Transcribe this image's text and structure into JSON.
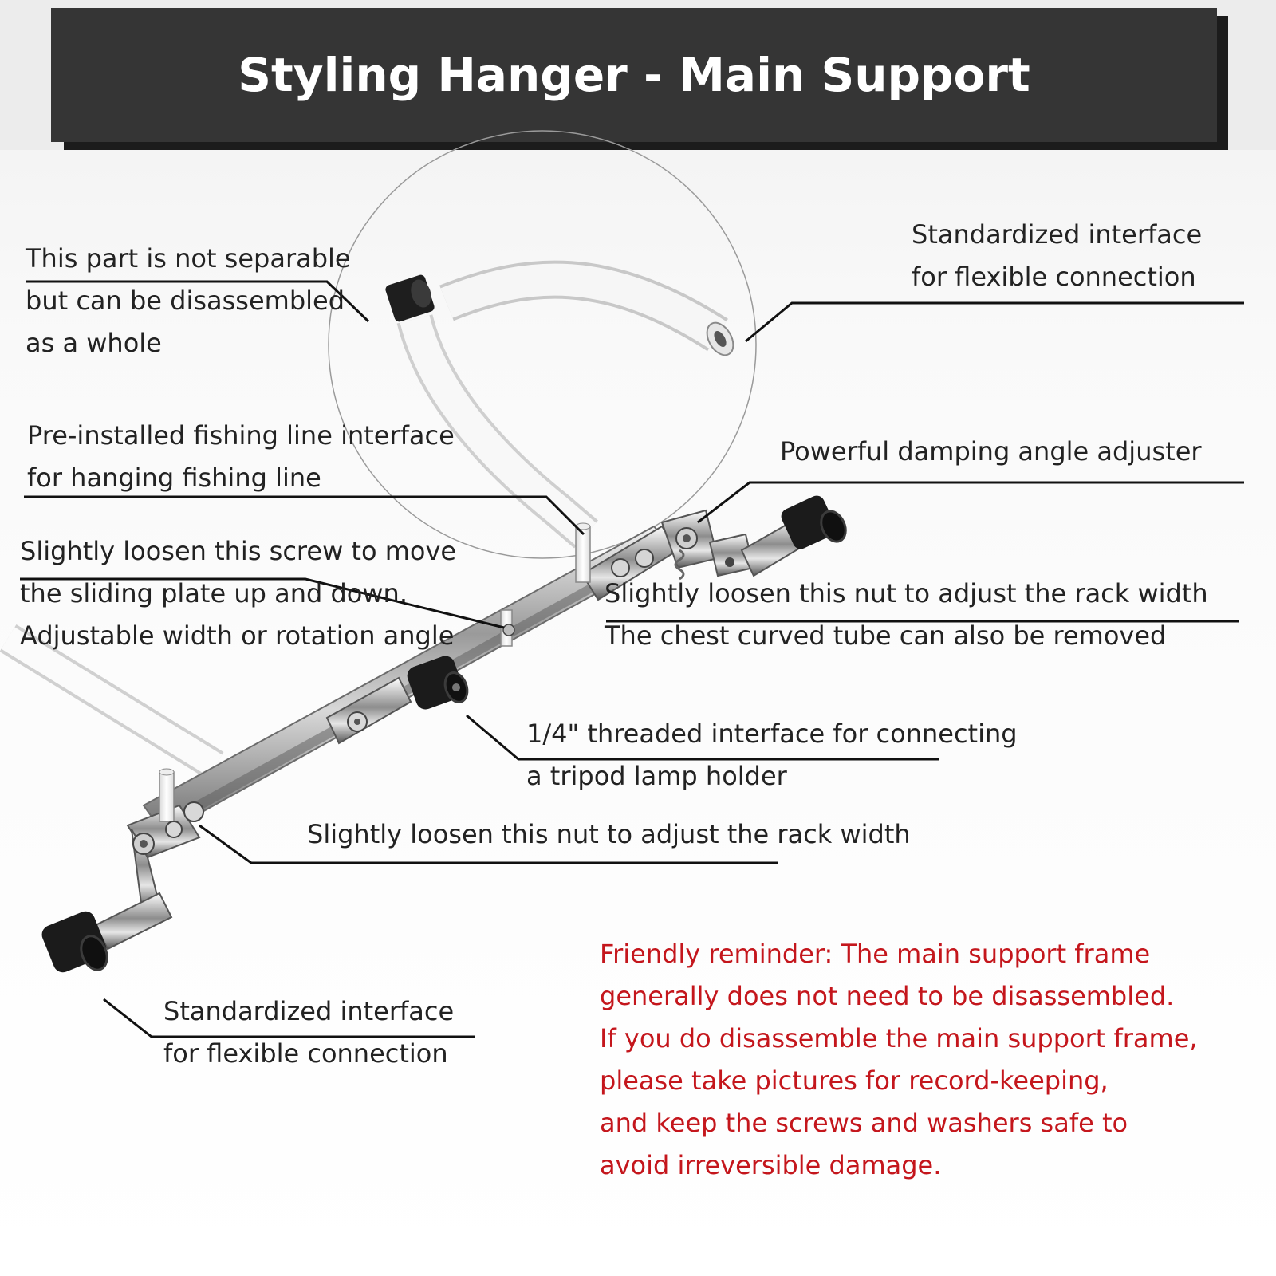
{
  "title": "Styling Hanger - Main Support",
  "colors": {
    "banner": "#353535",
    "reminder": "#c4161c",
    "text": "#222222"
  },
  "labels": {
    "not_separable": [
      "This part is not separable",
      "but can be disassembled",
      "as a whole"
    ],
    "std_interface_top": [
      "Standardized interface",
      "for flexible connection"
    ],
    "fishing_line": [
      "Pre-installed fishing line interface",
      "for hanging fishing line"
    ],
    "damping": [
      "Powerful damping angle adjuster"
    ],
    "screw": [
      "Slightly loosen this screw to move",
      "the sliding plate up and down.",
      "Adjustable width or rotation angle"
    ],
    "nut_top": [
      "Slightly loosen this nut to adjust the rack width",
      "The chest curved tube can also be removed"
    ],
    "threaded": [
      "1/4\" threaded interface for connecting",
      "a tripod lamp holder"
    ],
    "nut_bottom": [
      "Slightly loosen this nut to adjust the rack width"
    ],
    "std_interface_bottom": [
      "Standardized interface",
      "for flexible connection"
    ]
  },
  "reminder": [
    "Friendly reminder: The main support frame",
    "generally does not need to be disassembled.",
    "If you do disassemble the main support frame,",
    "please take pictures for record-keeping,",
    "and keep the screws and washers safe to",
    "avoid irreversible damage."
  ],
  "icons": {
    "rack": "hanger-rack-illustration",
    "detail_circle": "detail-magnifier-circle"
  }
}
